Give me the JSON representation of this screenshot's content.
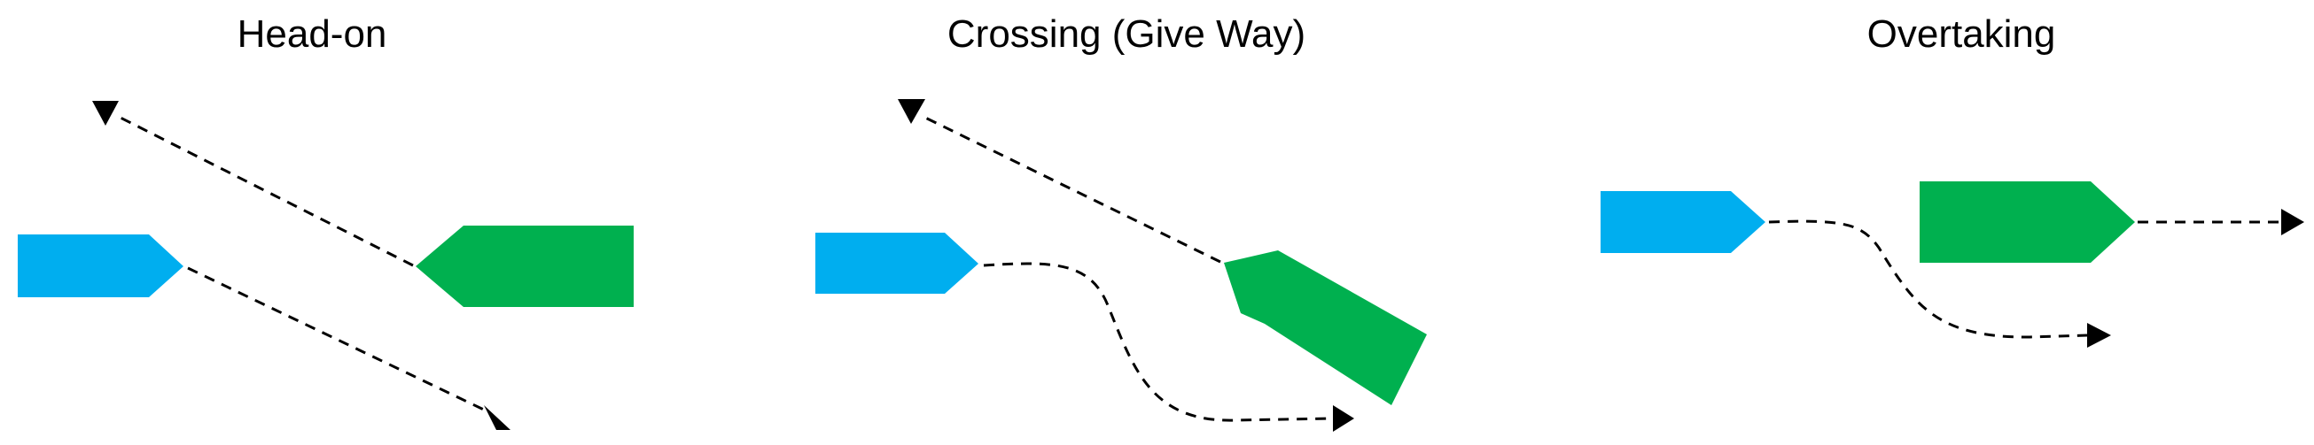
{
  "panels": [
    {
      "title": "Head-on"
    },
    {
      "title": "Crossing (Give Way)"
    },
    {
      "title": "Overtaking"
    }
  ],
  "colors": {
    "own_vessel": "#00AEEF",
    "other_vessel": "#00B04F",
    "route_line": "#000000",
    "background": "#FFFFFF"
  },
  "icons": {
    "own_vessel": "blue-vessel-icon",
    "other_vessel": "green-vessel-icon",
    "arrow": "arrowhead-icon"
  }
}
